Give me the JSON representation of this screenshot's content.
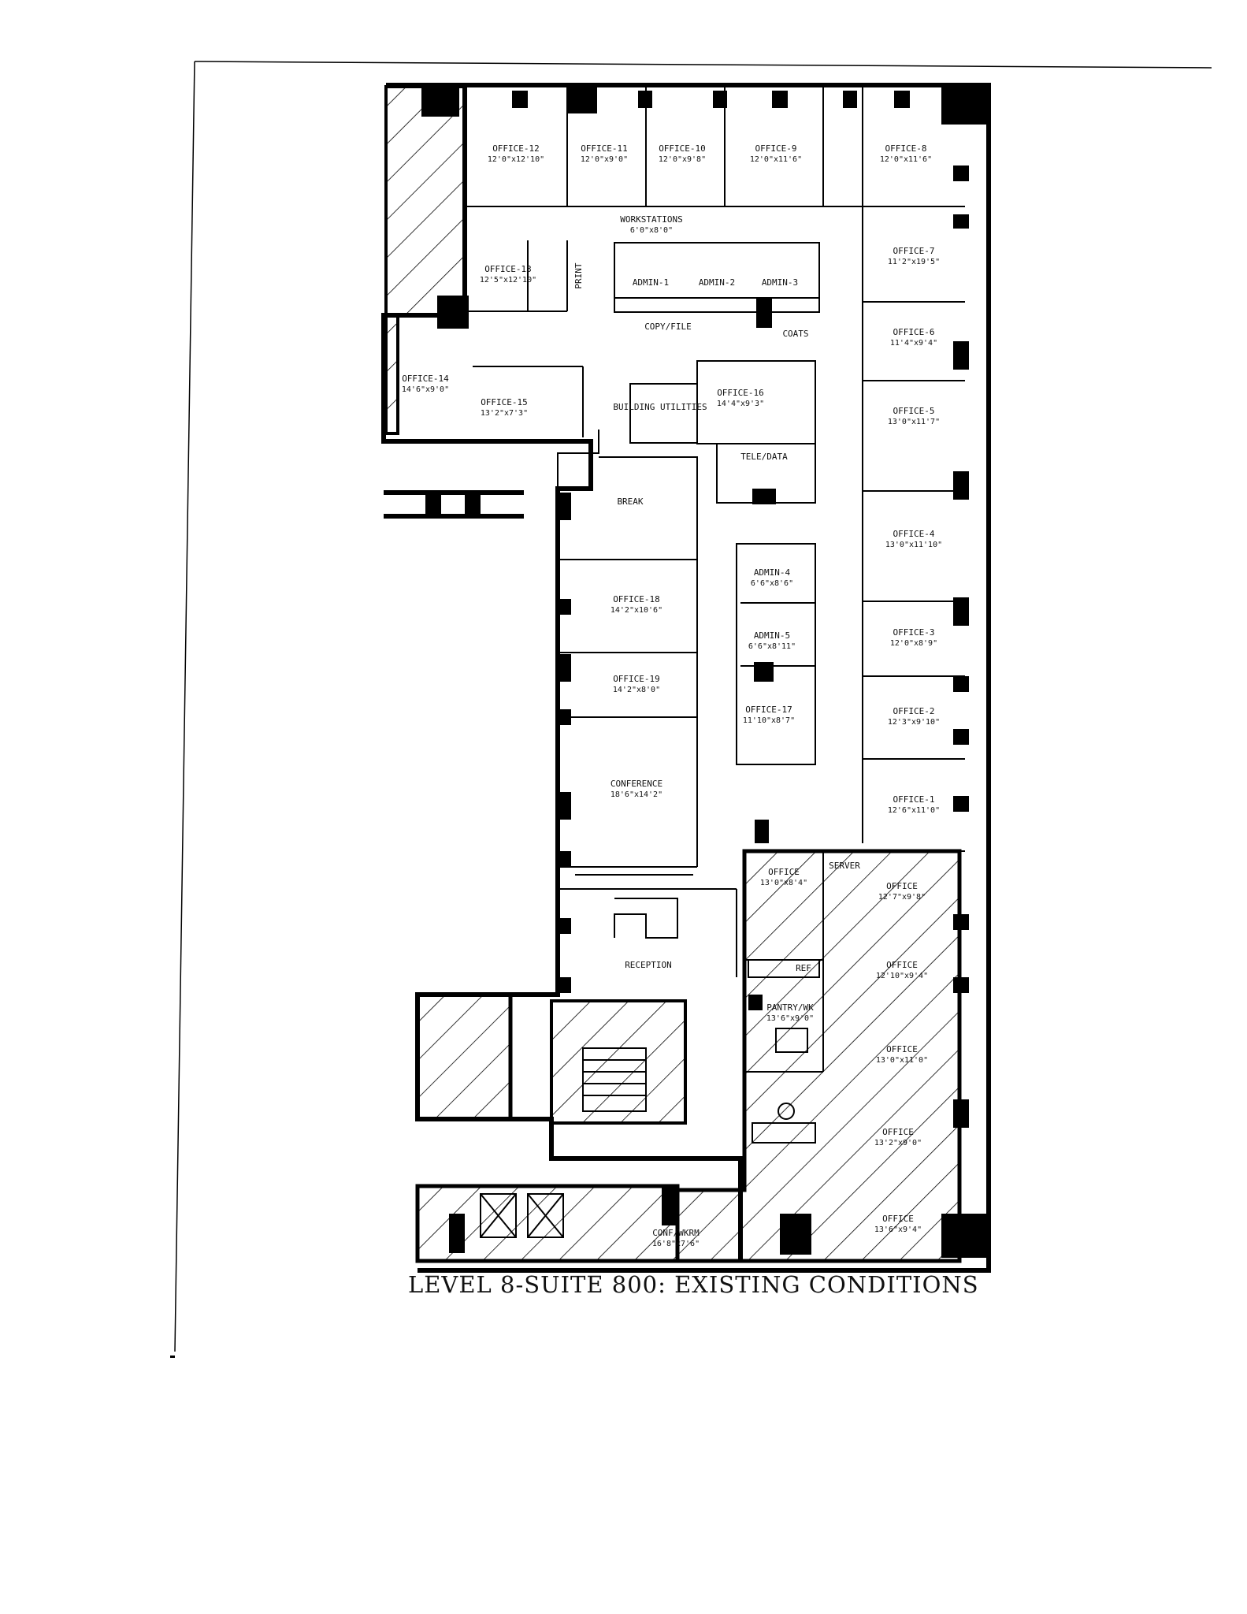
{
  "title": "LEVEL 8-SUITE 800: EXISTING CONDITIONS",
  "rooms": [
    {
      "id": "office-12",
      "name": "OFFICE-12",
      "dim": "12'0\"x12'10\""
    },
    {
      "id": "office-11",
      "name": "OFFICE-11",
      "dim": "12'0\"x9'0\""
    },
    {
      "id": "office-10",
      "name": "OFFICE-10",
      "dim": "12'0\"x9'8\""
    },
    {
      "id": "office-9",
      "name": "OFFICE-9",
      "dim": "12'0\"x11'6\""
    },
    {
      "id": "office-8",
      "name": "OFFICE-8",
      "dim": "12'0\"x11'6\""
    },
    {
      "id": "workstations",
      "name": "WORKSTATIONS",
      "dim": "6'0\"x8'0\""
    },
    {
      "id": "office-13",
      "name": "OFFICE-13",
      "dim": "12'5\"x12'10\""
    },
    {
      "id": "print",
      "name": "PRINT",
      "dim": ""
    },
    {
      "id": "admin-1",
      "name": "ADMIN-1",
      "dim": ""
    },
    {
      "id": "admin-2",
      "name": "ADMIN-2",
      "dim": ""
    },
    {
      "id": "admin-3",
      "name": "ADMIN-3",
      "dim": ""
    },
    {
      "id": "office-7",
      "name": "OFFICE-7",
      "dim": "11'2\"x19'5\""
    },
    {
      "id": "copy-file",
      "name": "COPY/FILE",
      "dim": ""
    },
    {
      "id": "coats",
      "name": "COATS",
      "dim": ""
    },
    {
      "id": "office-6",
      "name": "OFFICE-6",
      "dim": "11'4\"x9'4\""
    },
    {
      "id": "office-14",
      "name": "OFFICE-14",
      "dim": "14'6\"x9'0\""
    },
    {
      "id": "office-15",
      "name": "OFFICE-15",
      "dim": "13'2\"x7'3\""
    },
    {
      "id": "building-utilities",
      "name": "BUILDING UTILITIES",
      "dim": ""
    },
    {
      "id": "office-16",
      "name": "OFFICE-16",
      "dim": "14'4\"x9'3\""
    },
    {
      "id": "office-5",
      "name": "OFFICE-5",
      "dim": "13'0\"x11'7\""
    },
    {
      "id": "tele-data",
      "name": "TELE/DATA",
      "dim": ""
    },
    {
      "id": "break",
      "name": "BREAK",
      "dim": ""
    },
    {
      "id": "office-4",
      "name": "OFFICE-4",
      "dim": "13'0\"x11'10\""
    },
    {
      "id": "admin-4",
      "name": "ADMIN-4",
      "dim": "6'6\"x8'6\""
    },
    {
      "id": "office-18",
      "name": "OFFICE-18",
      "dim": "14'2\"x10'6\""
    },
    {
      "id": "admin-5",
      "name": "ADMIN-5",
      "dim": "6'6\"x8'11\""
    },
    {
      "id": "office-3",
      "name": "OFFICE-3",
      "dim": "12'0\"x8'9\""
    },
    {
      "id": "office-19",
      "name": "OFFICE-19",
      "dim": "14'2\"x8'0\""
    },
    {
      "id": "office-17",
      "name": "OFFICE-17",
      "dim": "11'10\"x8'7\""
    },
    {
      "id": "office-2",
      "name": "OFFICE-2",
      "dim": "12'3\"x9'10\""
    },
    {
      "id": "conference",
      "name": "CONFERENCE",
      "dim": "18'6\"x14'2\""
    },
    {
      "id": "office-1",
      "name": "OFFICE-1",
      "dim": "12'6\"x11'0\""
    },
    {
      "id": "office-a",
      "name": "OFFICE",
      "dim": "13'0\"x8'4\""
    },
    {
      "id": "server",
      "name": "SERVER",
      "dim": ""
    },
    {
      "id": "office-b",
      "name": "OFFICE",
      "dim": "12'7\"x9'8\""
    },
    {
      "id": "ref",
      "name": "REF",
      "dim": ""
    },
    {
      "id": "office-c",
      "name": "OFFICE",
      "dim": "12'10\"x9'4\""
    },
    {
      "id": "reception",
      "name": "RECEPTION",
      "dim": ""
    },
    {
      "id": "pantry-wk",
      "name": "PANTRY/WK",
      "dim": "13'6\"x9'0\""
    },
    {
      "id": "office-d",
      "name": "OFFICE",
      "dim": "13'0\"x11'0\""
    },
    {
      "id": "office-e",
      "name": "OFFICE",
      "dim": "13'2\"x9'0\""
    },
    {
      "id": "office-f",
      "name": "OFFICE",
      "dim": "13'6\"x9'4\""
    },
    {
      "id": "conf-wkrm",
      "name": "CONF/WKRM",
      "dim": "16'8\"x7'6\""
    }
  ]
}
